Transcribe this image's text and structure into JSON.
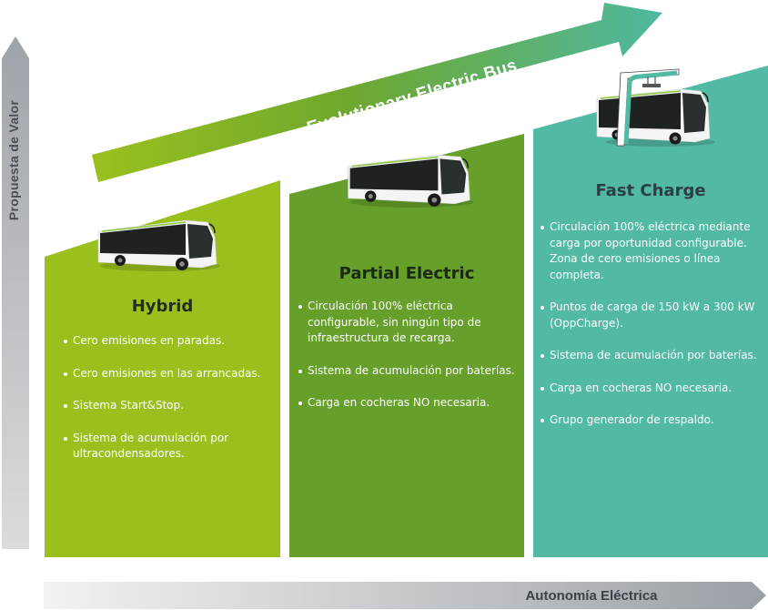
{
  "axes": {
    "y_label": "Propuesta de Valor",
    "x_label": "Autonomía Eléctrica"
  },
  "arrow": {
    "label": "Evolutionary Electric Bus",
    "color_start": "#9bc01e",
    "color_end": "#4fb8a0"
  },
  "panels": [
    {
      "title": "Hybrid",
      "color": "#9bc01e",
      "title_color": "#1f2d1a",
      "bus_icon": "bus-icon",
      "bullets": [
        "Cero emisiones en paradas.",
        "Cero emisiones en las arrancadas.",
        "Sistema Start&Stop.",
        "Sistema de acumulación por ultracondensadores."
      ]
    },
    {
      "title": "Partial Electric",
      "color": "#66a02a",
      "title_color": "#1a2a14",
      "bus_icon": "bus-icon",
      "bullets": [
        "Circulación 100% eléctrica configurable, sin ningún tipo de infraestructura de recarga.",
        "Sistema de acumulación por baterías.",
        "Carga en cocheras NO necesaria."
      ]
    },
    {
      "title": "Fast Charge",
      "color": "#52b9a3",
      "title_color": "#2d3e44",
      "bus_icon": "bus-with-pantograph-icon",
      "bullets": [
        "Circulación 100% eléctrica mediante carga por oportunidad configurable. Zona de cero emisiones o línea completa.",
        "Puntos de carga de 150 kW a 300 kW (OppCharge).",
        "Sistema de acumulación por baterías.",
        "Carga en cocheras NO necesaria.",
        "Grupo generador de respaldo."
      ]
    }
  ]
}
